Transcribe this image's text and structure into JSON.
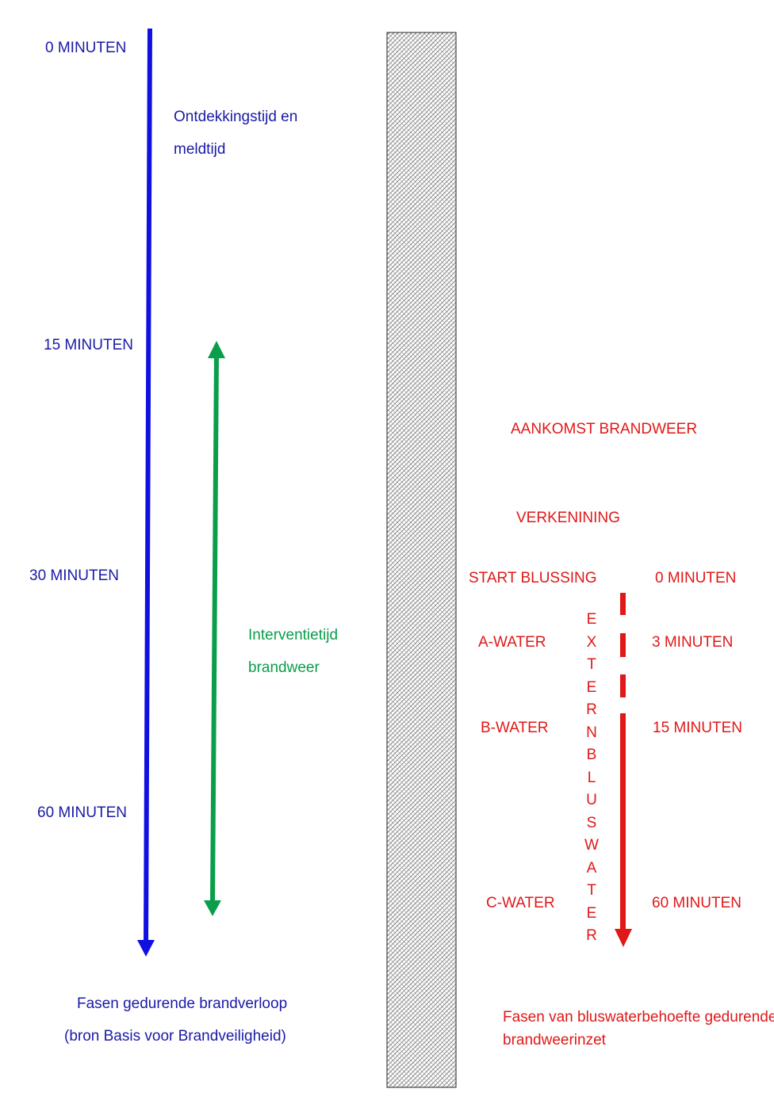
{
  "left": {
    "time_labels": [
      "0 MINUTEN",
      "15 MINUTEN",
      "30 MINUTEN",
      "60 MINUTEN"
    ],
    "detection": [
      "Ontdekkingstijd en",
      "meldtijd"
    ],
    "intervention": [
      "Interventietijd",
      "brandweer"
    ],
    "caption": [
      "Fasen gedurende brandverloop",
      "(bron Basis voor Brandveiligheid)"
    ]
  },
  "right": {
    "aankomst": "AANKOMST  BRANDWEER",
    "verkenning": "VERKENINING",
    "start": "START BLUSSING",
    "water_labels": [
      "A-WATER",
      "B-WATER",
      "C-WATER"
    ],
    "minute_labels": [
      "0 MINUTEN",
      "3 MINUTEN",
      "15 MINUTEN",
      "60 MINUTEN"
    ],
    "vertical_text": "EXTERNBLUSWATER",
    "caption": [
      "Fasen van bluswaterbehoefte gedurende",
      "brandweerinzet"
    ]
  },
  "colors": {
    "blue": "#1a1aa8",
    "arrow_blue": "#1010e0",
    "green": "#0a9e4a",
    "red": "#e01818",
    "divider_hatch": "#555555"
  }
}
